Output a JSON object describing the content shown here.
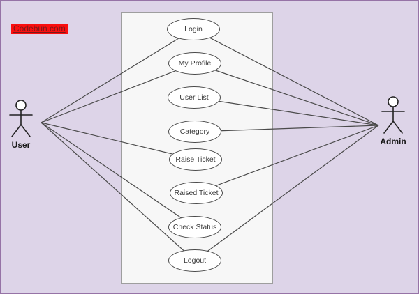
{
  "diagram": {
    "type": "uml-use-case"
  },
  "watermark": {
    "text": "Codebun.com"
  },
  "actors": [
    {
      "id": "user",
      "label": "User"
    },
    {
      "id": "admin",
      "label": "Admin"
    }
  ],
  "use_cases": [
    {
      "id": "login",
      "label": "Login"
    },
    {
      "id": "my_profile",
      "label": "My Profile"
    },
    {
      "id": "user_list",
      "label": "User List"
    },
    {
      "id": "category",
      "label": "Category"
    },
    {
      "id": "raise_ticket",
      "label": "Raise Ticket"
    },
    {
      "id": "raised_ticket",
      "label": "Raised Ticket"
    },
    {
      "id": "check_status",
      "label": "Check Status"
    },
    {
      "id": "logout",
      "label": "Logout"
    }
  ],
  "connections": [
    {
      "from": "user",
      "to": "login"
    },
    {
      "from": "user",
      "to": "my_profile"
    },
    {
      "from": "user",
      "to": "raise_ticket"
    },
    {
      "from": "user",
      "to": "check_status"
    },
    {
      "from": "user",
      "to": "logout"
    },
    {
      "from": "admin",
      "to": "login"
    },
    {
      "from": "admin",
      "to": "my_profile"
    },
    {
      "from": "admin",
      "to": "user_list"
    },
    {
      "from": "admin",
      "to": "category"
    },
    {
      "from": "admin",
      "to": "raised_ticket"
    },
    {
      "from": "admin",
      "to": "logout"
    }
  ],
  "colors": {
    "page_background": "#ddd4e8",
    "page_border": "#9673a6",
    "boundary_fill": "#f7f7f7",
    "boundary_border": "#9e9e9e",
    "node_fill": "#ffffff",
    "node_border": "#4a4a4a",
    "line": "#4a4a4a",
    "actor": "#222222",
    "watermark_bg": "#fa0f0f",
    "watermark_text": "#7b1a1a"
  }
}
